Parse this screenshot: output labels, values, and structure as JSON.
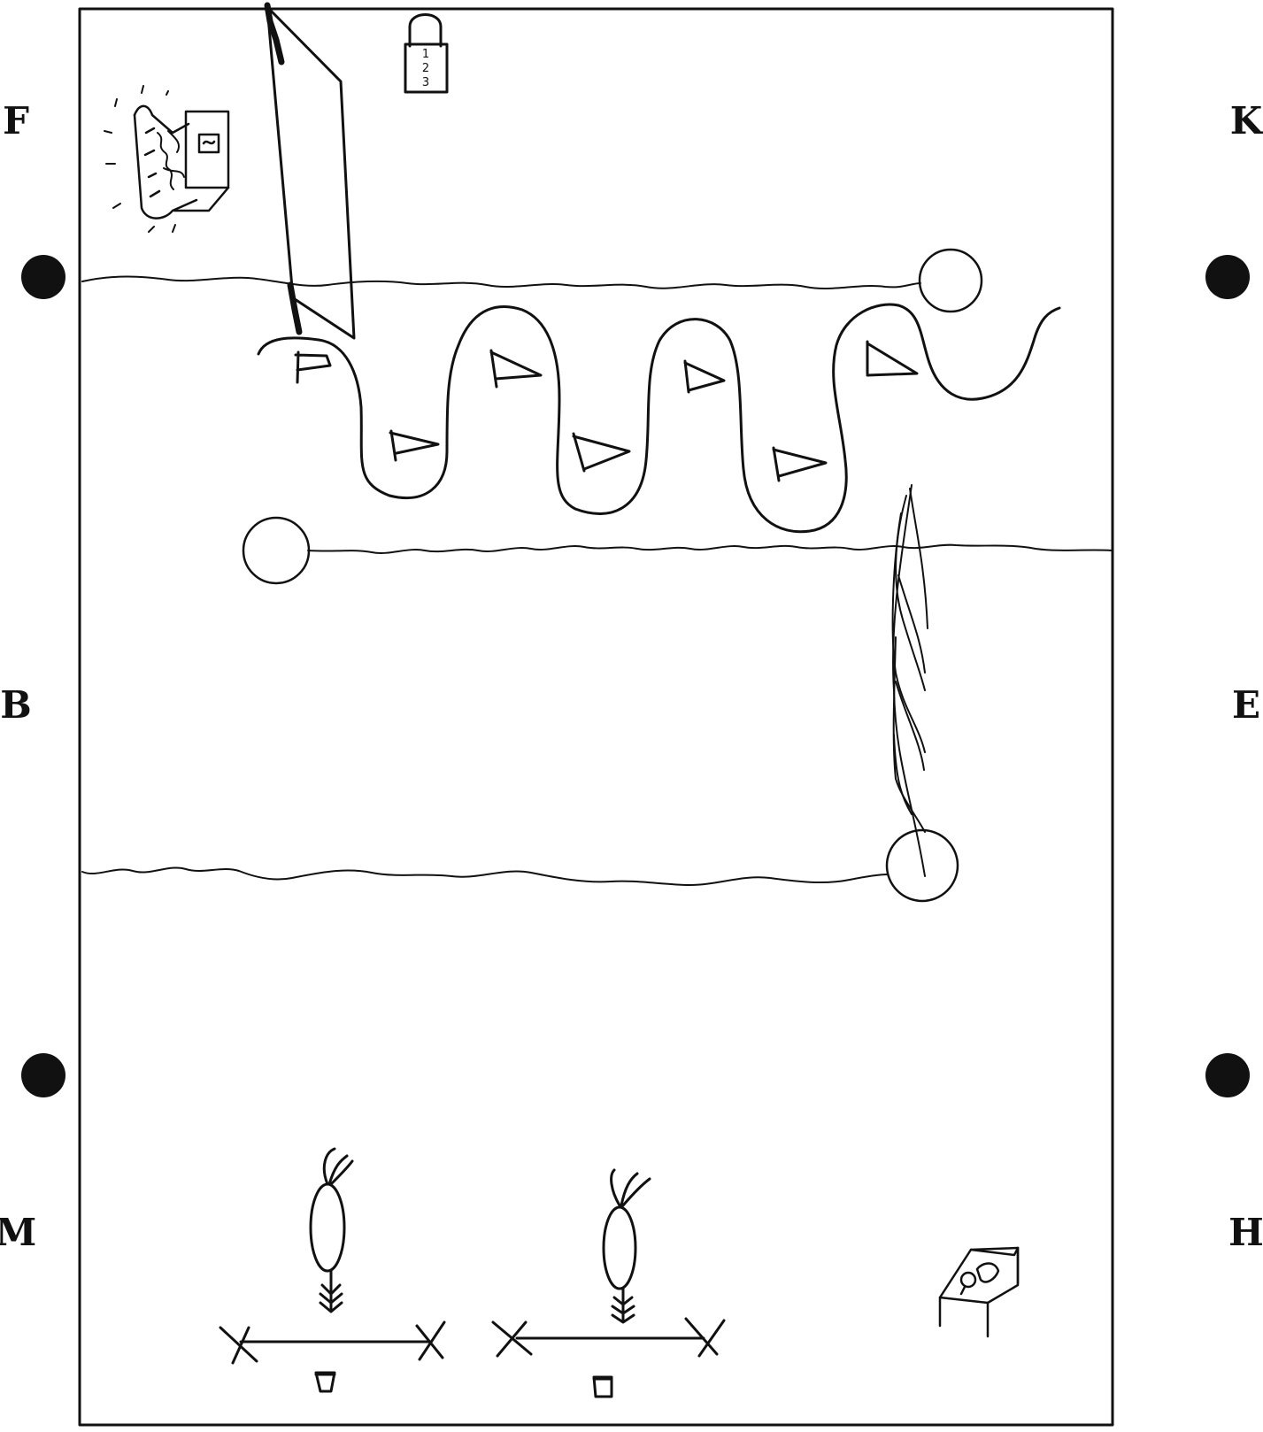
{
  "arena": {
    "letters_left": [
      "F",
      "B",
      "M"
    ],
    "letters_right": [
      "K",
      "E",
      "H"
    ],
    "lock_digits": [
      "1",
      "2",
      "3"
    ]
  },
  "icons": {
    "treasure_chest": "open-treasure-chest-icon",
    "padlock": "padlock-icon",
    "treasure_map": "treasure-map-table-icon",
    "bucket": "bucket-icon"
  },
  "colors": {
    "ink": "#111111",
    "paper": "#ffffff"
  }
}
